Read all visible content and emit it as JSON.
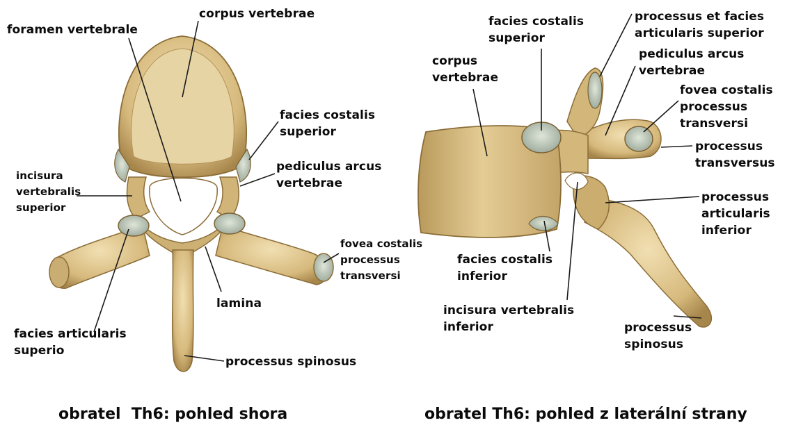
{
  "colors": {
    "bone": "#d9bf86",
    "bone_dark": "#a8874c",
    "bone_light": "#efdcae",
    "facet": "#c9d3c4",
    "leader": "#1a1a1a",
    "text": "#0b0b0b"
  },
  "top_view": {
    "caption": "obratel  Th6: pohled shora",
    "labels": {
      "corpus_vertebrae": [
        "corpus vertebrae"
      ],
      "foramen_vertebrale": [
        "foramen vertebrale"
      ],
      "facies_costalis_superior": [
        "facies costalis",
        "superior"
      ],
      "incisura_vertebralis_superior": [
        "incisura",
        "vertebralis",
        "superior"
      ],
      "pediculus_arcus_vertebrae": [
        "pediculus arcus",
        "vertebrae"
      ],
      "fovea_costalis_processus_transversi": [
        "fovea costalis",
        "processus",
        "transversi"
      ],
      "lamina": [
        "lamina"
      ],
      "facies_articularis_superio": [
        "facies articularis",
        "superio"
      ],
      "processus_spinosus": [
        "processus spinosus"
      ]
    }
  },
  "lateral_view": {
    "caption": "obratel Th6: pohled z laterální strany",
    "labels": {
      "facies_costalis_superior": [
        "facies costalis",
        "superior"
      ],
      "processus_et_facies_articularis_superior": [
        "processus et facies",
        "articularis superior"
      ],
      "pediculus_arcus_vertebrae": [
        "pediculus arcus",
        "vertebrae"
      ],
      "corpus_vertebrae": [
        "corpus",
        "vertebrae"
      ],
      "fovea_costalis_processus_transversi": [
        "fovea costalis",
        "processus",
        "transversi"
      ],
      "processus_transversus": [
        "processus",
        "transversus"
      ],
      "processus_articularis_inferior": [
        "processus",
        "articularis",
        "inferior"
      ],
      "facies_costalis_inferior": [
        "facies costalis",
        "inferior"
      ],
      "incisura_vertebralis_inferior": [
        "incisura vertebralis",
        "inferior"
      ],
      "processus_spinosus": [
        "processus",
        "spinosus"
      ]
    }
  }
}
